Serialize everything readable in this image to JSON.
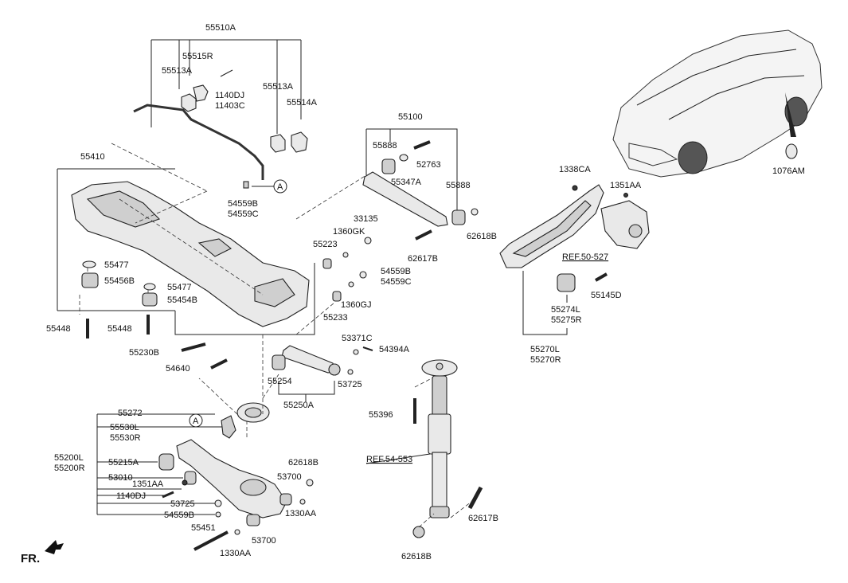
{
  "labels": {
    "p55510A": "55510A",
    "p55515R": "55515R",
    "p55513A_1": "55513A",
    "p1140DJ_1": "1140DJ",
    "p11403C": "11403C",
    "p55513A_2": "55513A",
    "p55514A": "55514A",
    "p55410": "55410",
    "p54559B_1": "54559B",
    "p54559C_1": "54559C",
    "p55477_1": "55477",
    "p55456B": "55456B",
    "p55477_2": "55477",
    "p55454B": "55454B",
    "p55448_1": "55448",
    "p55448_2": "55448",
    "p55230B": "55230B",
    "p54640": "54640",
    "p55100": "55100",
    "p55888_1": "55888",
    "p52763": "52763",
    "p55347A": "55347A",
    "p55888_2": "55888",
    "p62618B_1": "62618B",
    "p62617B_1": "62617B",
    "p33135": "33135",
    "p1360GK": "1360GK",
    "p55223": "55223",
    "p54559B_2": "54559B",
    "p54559C_2": "54559C",
    "p1360GJ": "1360GJ",
    "p55233": "55233",
    "p53371C": "53371C",
    "p54394A": "54394A",
    "p55254": "55254",
    "p53725_1": "53725",
    "p55250A": "55250A",
    "p1338CA": "1338CA",
    "p1351AA_1": "1351AA",
    "ref50527": "REF.50-527",
    "p55274L": "55274L",
    "p55275R": "55275R",
    "p55145D": "55145D",
    "p55270L": "55270L",
    "p55270R": "55270R",
    "p1076AM": "1076AM",
    "p55272": "55272",
    "p55530L": "55530L",
    "p55530R": "55530R",
    "p55200L": "55200L",
    "p55200R": "55200R",
    "p55215A": "55215A",
    "p53010": "53010",
    "p1351AA_2": "1351AA",
    "p1140DJ_2": "1140DJ",
    "p53725_2": "53725",
    "p54559B_3": "54559B",
    "p55451": "55451",
    "p1330AA_1": "1330AA",
    "p53700_1": "53700",
    "p62618B_2": "62618B",
    "p53700_2": "53700",
    "p1330AA_2": "1330AA",
    "p55396": "55396",
    "ref54553": "REF.54-553",
    "p62617B_2": "62617B",
    "p62618B_3": "62618B",
    "markerA_1": "A",
    "markerA_2": "A",
    "fr": "FR."
  }
}
